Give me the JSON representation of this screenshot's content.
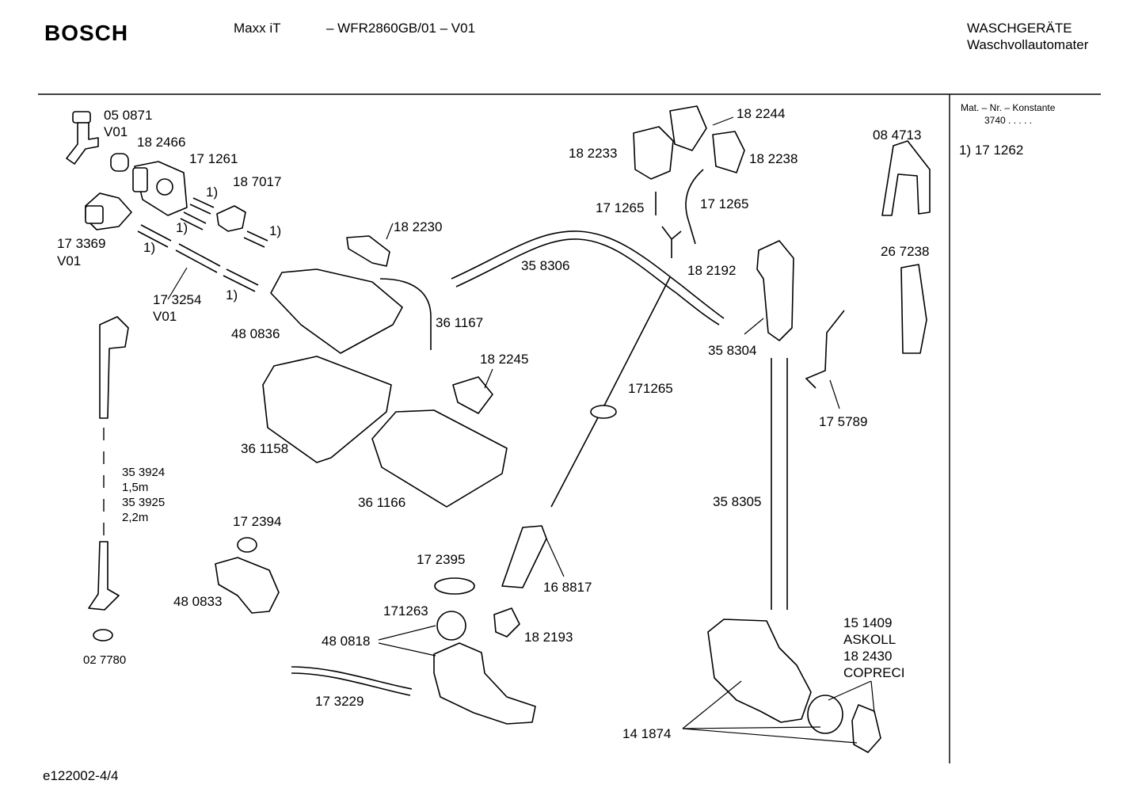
{
  "header": {
    "brand": "BOSCH",
    "model_name": "Maxx iT",
    "model_code": "– WFR2860GB/01 – V01",
    "category": "WASCHGERÄTE",
    "subcategory": "Waschvollautomater"
  },
  "sidebar": {
    "heading": "Mat. – Nr. – Konstante",
    "constant": "3740  .  .  .  .  .",
    "note": "1) 17 1262"
  },
  "footer": {
    "code": "e122002-4/4"
  },
  "parts": {
    "p050871": "05 0871",
    "v01_a": "V01",
    "p182466": "18 2466",
    "p171261": "17 1261",
    "p187017": "18 7017",
    "note1_a": "1)",
    "note1_b": "1)",
    "note1_c": "1)",
    "note1_d": "1)",
    "note1_e": "1)",
    "p173369": "17 3369",
    "v01_b": "V01",
    "p173254": "17 3254",
    "v01_c": "V01",
    "p182230": "18 2230",
    "p480836": "48 0836",
    "p361167": "36 1167",
    "p358306": "35 8306",
    "p182244": "18 2244",
    "p182233": "18 2233",
    "p182238": "18 2238",
    "p171265_a": "17 1265",
    "p171265_b": "17 1265",
    "p182192": "18 2192",
    "p084713": "08 4713",
    "p267238": "26 7238",
    "p358304": "35 8304",
    "p175789": "17 5789",
    "p182245": "18 2245",
    "p171265_c": "171265",
    "p361158": "36 1158",
    "p361166": "36 1166",
    "p353924": "35 3924",
    "len1": "1,5m",
    "p353925": "35 3925",
    "len2": "2,2m",
    "p358305": "35 8305",
    "p172394": "17 2394",
    "p480833": "48 0833",
    "p027780": "02 7780",
    "p172395": "17 2395",
    "p168817": "16 8817",
    "p171263": "171263",
    "p480818": "48 0818",
    "p182193": "18 2193",
    "p173229": "17 3229",
    "p151409": "15 1409",
    "askoll": "ASKOLL",
    "p182430": "18 2430",
    "copreci": "COPRECI",
    "p141874": "14 1874"
  }
}
